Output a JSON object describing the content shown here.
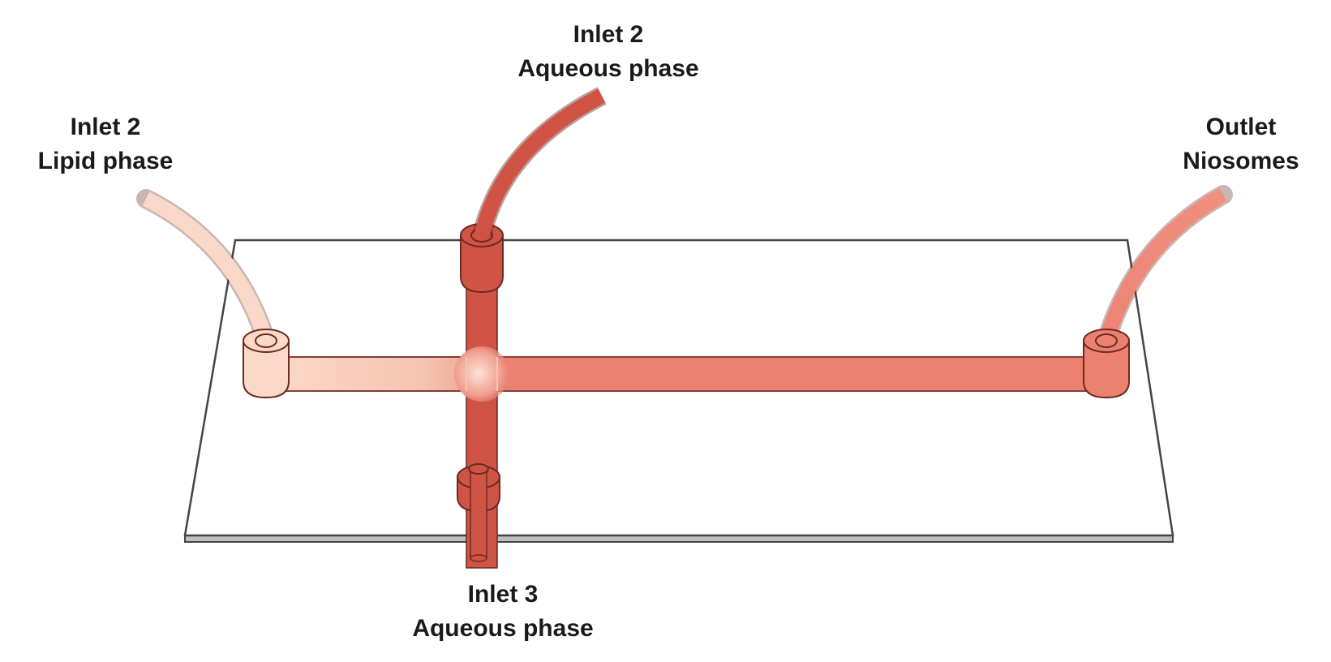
{
  "labels": {
    "inlet2_lipid": {
      "title": "Inlet 2",
      "subtitle": "Lipid phase"
    },
    "inlet2_aqueous": {
      "title": "Inlet 2",
      "subtitle": "Aqueous phase"
    },
    "outlet": {
      "title": "Outlet",
      "subtitle": "Niosomes"
    },
    "inlet3": {
      "title": "Inlet 3",
      "subtitle": "Aqueous phase"
    }
  },
  "colors": {
    "lipid": "#fbd9c8",
    "aqueous": "#cf5445",
    "mixed": "#ec8171",
    "chip": "#ffffff",
    "chip_edge": "#444444",
    "chip_side": "#bdbdbd",
    "outline": "#6b2a22"
  }
}
